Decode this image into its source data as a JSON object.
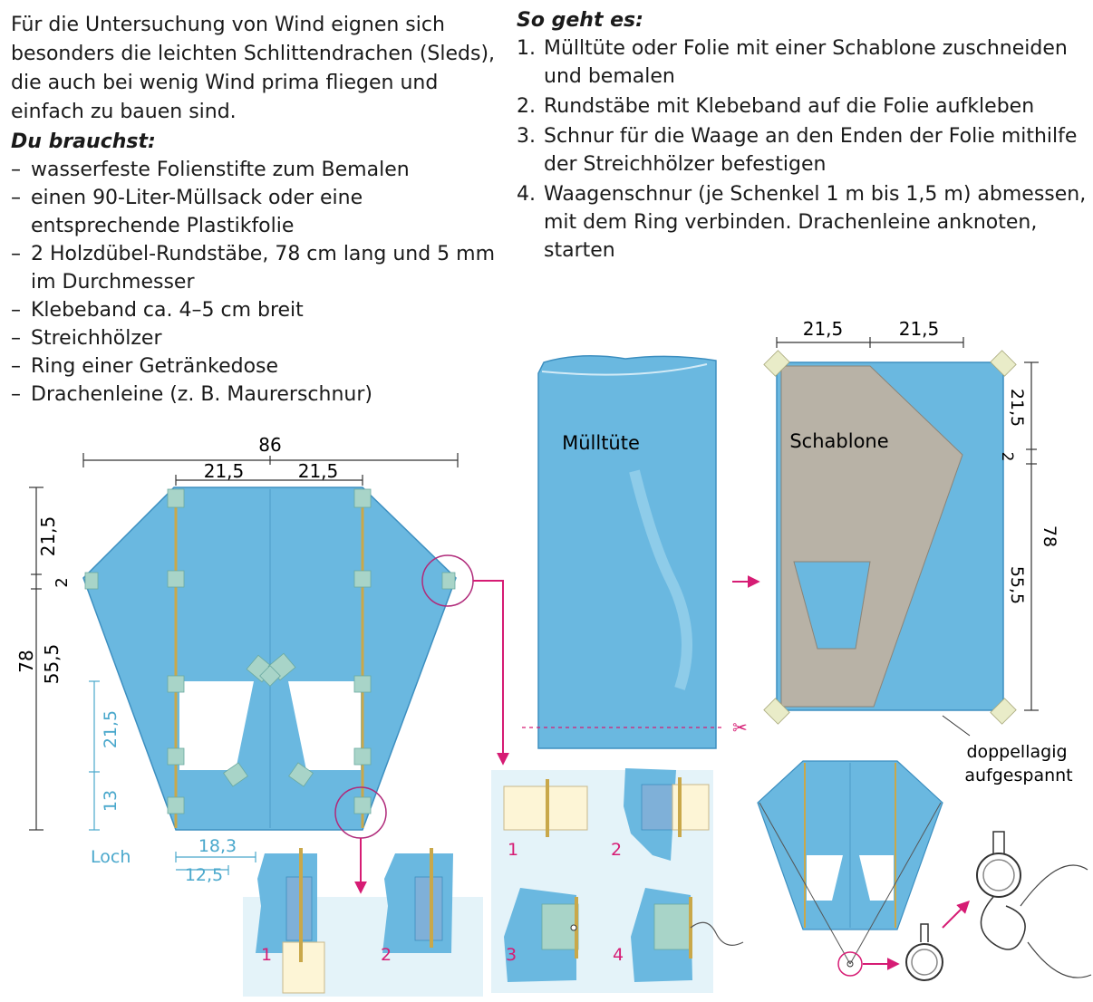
{
  "intro": {
    "text": "Für die Untersuchung von Wind eignen sich besonders die leichten Schlittendrachen (Sleds), die auch bei wenig Wind prima fliegen und einfach zu bauen sind.",
    "materials_heading": "Du brauchst:",
    "materials": [
      "wasserfeste Folienstifte zum Bemalen",
      "einen 90-Liter-Müllsack oder eine entsprechende Plastikfolie",
      "2 Holzdübel-Rundstäbe, 78 cm lang und 5 mm im Durchmesser",
      "Klebeband ca. 4–5 cm breit",
      "Streichhölzer",
      "Ring einer Getränkedose",
      "Drachenleine (z. B. Maurerschnur)"
    ]
  },
  "steps": {
    "heading": "So geht es:",
    "items": [
      {
        "num": "1.",
        "text": "Mülltüte oder Folie mit einer Schablone zuschneiden und bemalen"
      },
      {
        "num": "2.",
        "text": "Rundstäbe mit Klebeband auf die Folie aufkleben"
      },
      {
        "num": "3.",
        "text": "Schnur für die Waage an den Enden der Folie mithilfe der Streichhölzer befestigen"
      },
      {
        "num": "4.",
        "text": "Waagenschnur (je Schenkel 1 m bis 1,5 m) abmessen, mit dem Ring verbinden. Drachenleine anknoten, starten"
      }
    ]
  },
  "kite": {
    "width": "86",
    "half_a": "21,5",
    "half_b": "21,5",
    "height": "78",
    "top": "21,5",
    "gap": "2",
    "bottom": "55,5",
    "hole_h1": "21,5",
    "hole_h2": "13",
    "hole_label": "Loch",
    "hole_w1": "18,3",
    "hole_w2": "12,5"
  },
  "bag": {
    "label": "Mülltüte"
  },
  "template": {
    "label": "Schablone",
    "w1": "21,5",
    "w2": "21,5",
    "h1": "21,5",
    "h2": "2",
    "h3": "55,5",
    "h_total": "78",
    "note_line1": "doppellagig",
    "note_line2": "aufgespannt"
  },
  "detail_a": [
    "1",
    "2"
  ],
  "detail_b": [
    "1",
    "2",
    "3",
    "4"
  ],
  "colors": {
    "foil": "#6ab8e0",
    "foil_dark": "#3d8fc0",
    "tape": "#a8d4c8",
    "template": "#b8b2a6",
    "accent": "#d61c74",
    "dim": "#4aa8cc"
  }
}
